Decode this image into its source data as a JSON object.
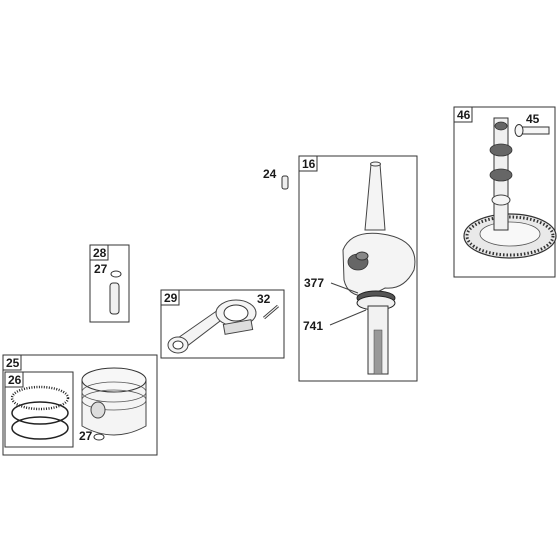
{
  "labels": {
    "group_25": "25",
    "group_26": "26",
    "group_27_piston": "27",
    "group_28": "28",
    "group_27_pin": "27",
    "group_29": "29",
    "group_32": "32",
    "group_24": "24",
    "group_16": "16",
    "group_377": "377",
    "group_741": "741",
    "group_46": "46",
    "group_45": "45"
  }
}
